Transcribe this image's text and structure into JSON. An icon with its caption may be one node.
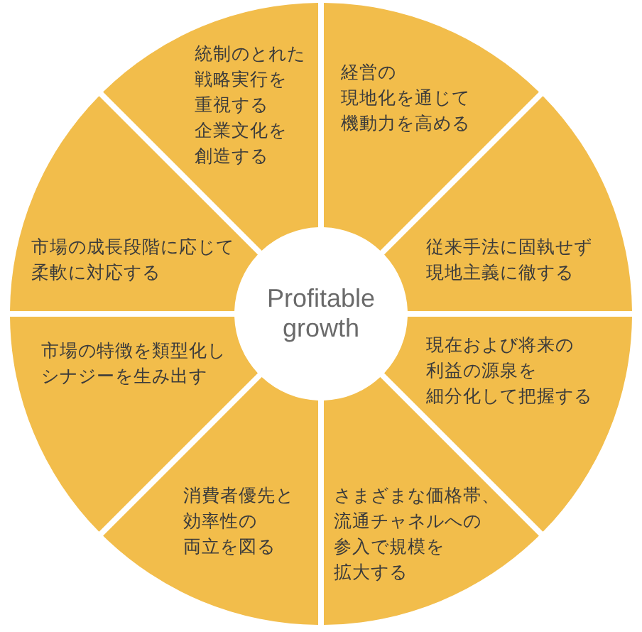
{
  "diagram": {
    "nodes": [
      {
        "text": [
          "統制のとれた戦略実行を重視する企業文化を創造する"
        ]
      },
      {
        "text": [
          "経営の現地化を通じて機動力を高める"
        ]
      },
      {
        "text": [
          "市場の成長段階に応じて柔軟に対応する"
        ]
      },
      {
        "text": [
          "従来手法に固執せず現地主義に徹する"
        ]
      },
      {
        "text": [
          "Profitable growth"
        ]
      },
      {
        "text": [
          "市場の特徴を類型化しシナジーを生み出す"
        ]
      },
      {
        "text": [
          "現在および将来の利益の源泉を細分化して把握する"
        ]
      },
      {
        "text": [
          "消費者優先と効率性の両立を図る"
        ]
      },
      {
        "text": [
          "さまざまな価格帯、流通チャネルへの参入で規模を拡大する"
        ]
      }
    ]
  }
}
